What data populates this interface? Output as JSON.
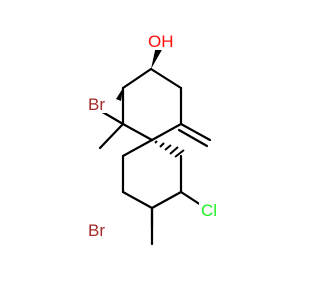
{
  "molecule": {
    "atoms": {
      "oh": {
        "symbol": "OH",
        "color": "#ff0d0d"
      },
      "br_top": {
        "symbol": "Br",
        "color": "#a62929"
      },
      "cl": {
        "symbol": "Cl",
        "color": "#1ff01f"
      },
      "br_bottom": {
        "symbol": "Br",
        "color": "#a62929"
      }
    },
    "bond_color": "#000000"
  }
}
